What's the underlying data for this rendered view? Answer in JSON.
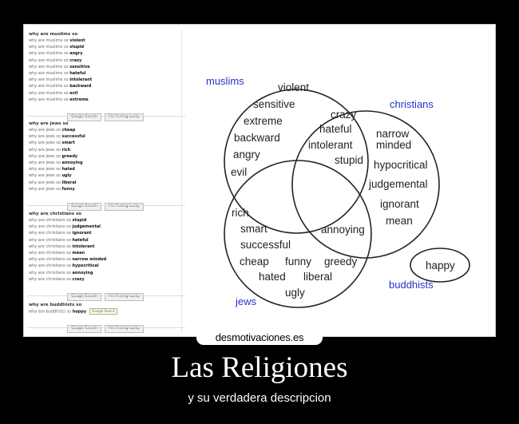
{
  "search_panels": [
    {
      "query": "why are muslims so",
      "prefix": "why are muslims so",
      "suggestions": [
        "violent",
        "stupid",
        "angry",
        "crazy",
        "sensitive",
        "hateful",
        "intolerant",
        "backward",
        "evil",
        "extreme"
      ],
      "buttons": [
        "Google Search",
        "I'm Feeling Lucky"
      ]
    },
    {
      "query": "why are jews so",
      "prefix": "why are jews so",
      "suggestions": [
        "cheap",
        "successful",
        "smart",
        "rich",
        "greedy",
        "annoying",
        "hated",
        "ugly",
        "liberal",
        "funny"
      ],
      "buttons": [
        "Google Search",
        "I'm Feeling Lucky"
      ]
    },
    {
      "query": "why are christians so",
      "prefix": "why are christians so",
      "suggestions": [
        "stupid",
        "judgemental",
        "ignorant",
        "hateful",
        "intolerant",
        "mean",
        "narrow minded",
        "hypocritical",
        "annoying",
        "crazy"
      ],
      "buttons": [
        "Google Search",
        "I'm Feeling Lucky"
      ]
    },
    {
      "query": "why are buddhists so",
      "prefix": "why are buddhists so",
      "suggestions": [
        "happy"
      ],
      "mini_button": "Google Search",
      "buttons": [
        "Google Search",
        "I'm Feeling Lucky"
      ]
    }
  ],
  "venn": {
    "labels": {
      "muslims": "muslims",
      "christians": "christians",
      "jews": "jews",
      "buddhists": "buddhists"
    },
    "muslims_only": [
      "violent",
      "sensitive",
      "extreme",
      "backward",
      "angry",
      "evil"
    ],
    "muslims_christians": [
      "crazy",
      "hateful",
      "intolerant",
      "stupid"
    ],
    "christians_only": [
      "narrow",
      "minded",
      "hypocritical",
      "judgemental",
      "ignorant",
      "mean"
    ],
    "jews_only": [
      "rich",
      "smart",
      "successful",
      "cheap",
      "funny",
      "greedy",
      "hated",
      "liberal",
      "ugly"
    ],
    "jews_christians": [
      "annoying"
    ],
    "buddhists_only": [
      "happy"
    ],
    "colors": {
      "label_blue": "#2433c9",
      "circle": "#222222",
      "text": "#222222"
    }
  },
  "watermark": "desmotivaciones.es",
  "title": "Las Religiones",
  "subtitle": "y su verdadera descripcion"
}
